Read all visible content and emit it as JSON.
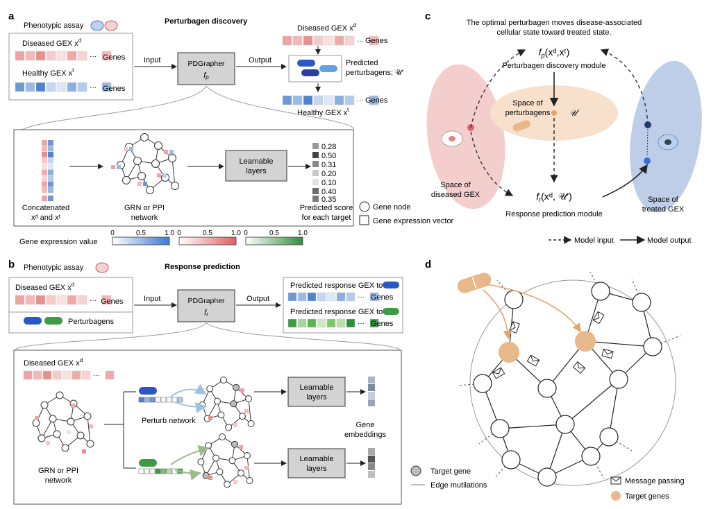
{
  "panel_labels": {
    "a": "a",
    "b": "b",
    "c": "c",
    "d": "d"
  },
  "panel_a": {
    "assay": "Phenotypic assay",
    "title": "Perturbagen discovery",
    "diseased": "Diseased GEX x",
    "diseased_sup": "d",
    "healthy": "Healthy GEX x",
    "healthy_sup": "t",
    "genes": "Genes",
    "input": "Input",
    "output": "Output",
    "model": "PDGrapher",
    "model_fn": "f",
    "model_fn_sub": "p",
    "predicted": "Predicted",
    "predicted2": "perturbagens: 𝒰′",
    "out_diseased": "Diseased GEX x",
    "out_diseased_sup": "d",
    "out_healthy": "Healthy GEX x",
    "out_healthy_sup": "t",
    "concat1": "Concatenated",
    "concat2": "xᵈ and xᵗ",
    "grn1": "GRN or PPI",
    "grn2": "network",
    "learnable1": "Learnable",
    "learnable2": "layers",
    "scores": [
      "0.28",
      "0.50",
      "0.31",
      "0.20",
      "0.10",
      "0.40",
      "0.35"
    ],
    "score_label1": "Predicted score",
    "score_label2": "for each target",
    "legend_node": "Gene node",
    "legend_vec": "Gene expression vector",
    "gev": "Gene expression value",
    "gev_ticks": [
      "0",
      "0.5",
      "1.0"
    ]
  },
  "panel_b": {
    "assay": "Phenotypic assay",
    "title": "Response prediction",
    "diseased": "Diseased GEX x",
    "diseased_sup": "d",
    "genes": "Genes",
    "perturbagens": "Perturbagens",
    "input": "Input",
    "output": "Output",
    "model": "PDGrapher",
    "model_fn": "f",
    "model_fn_sub": "r",
    "resp1": "Predicted response GEX to",
    "resp2": "Predicted response GEX to",
    "inner_diseased": "Diseased GEX x",
    "inner_diseased_sup": "d",
    "perturb": "Perturb network",
    "learnable1": "Learnable",
    "learnable2": "layers",
    "embed1": "Gene",
    "embed2": "embeddings",
    "grn1": "GRN or PPI",
    "grn2": "network",
    "target_gene": "Target gene",
    "edge_mut": "Edge mutilations"
  },
  "panel_c": {
    "caption1": "The optimal perturbagen moves disease-associated",
    "caption2": "cellular state toward treated state.",
    "fp": "f",
    "fp_sub": "p",
    "fp_args": "(xᵈ,xᵗ)",
    "pd_module": "Perturbagen discovery module",
    "space_pert1": "Space of",
    "space_pert2": "perturbagens",
    "u_prime": "𝒰′",
    "fr": "f",
    "fr_sub": "r",
    "fr_args": "(xᵈ, 𝒰′)",
    "rp_module": "Response prediction module",
    "space_dis1": "Space of",
    "space_dis2": "diseased GEX",
    "space_tr1": "Space of",
    "space_tr2": "treated GEX",
    "model_input": "Model input",
    "model_output": "Model output",
    "colors": {
      "diseased": "#f2c4c4",
      "treated": "#b7c8e6",
      "pert": "#f7e0cc"
    }
  },
  "panel_d": {
    "message": "Message passing",
    "targets": "Target genes",
    "colors": {
      "target": "#e8b98a"
    }
  }
}
